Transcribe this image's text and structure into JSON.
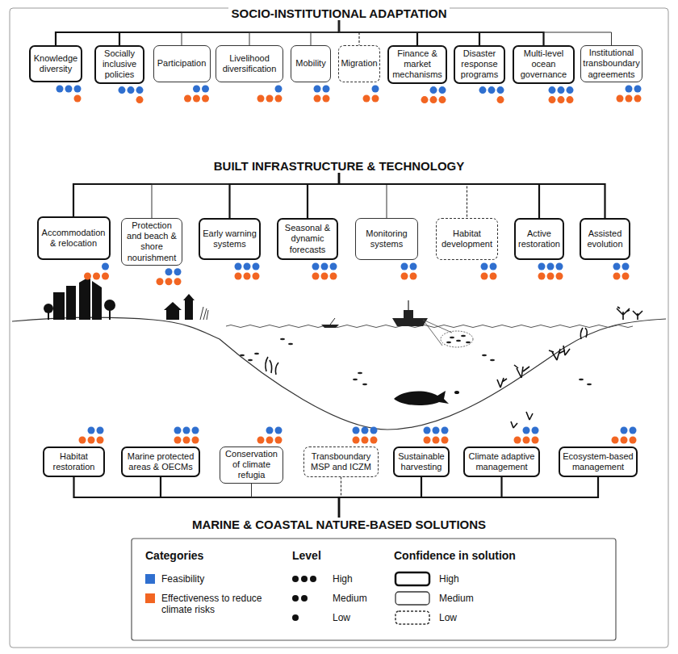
{
  "diagram": {
    "nodes": [
      {
        "text": [
          "SOCIO-INSTITUTIONAL ADAPTATION"
        ]
      },
      {
        "text": [
          "Knowledge diversity"
        ]
      },
      {
        "text": [
          "Socially inclusive policies"
        ]
      },
      {
        "text": [
          "Participation"
        ]
      },
      {
        "text": [
          "Livelihood diversification"
        ]
      },
      {
        "text": [
          "Mobility"
        ]
      },
      {
        "text": [
          "Migration"
        ]
      },
      {
        "text": [
          "Finance & market mechanisms"
        ]
      },
      {
        "text": [
          "Disaster response programs"
        ]
      },
      {
        "text": [
          "Multi-level ocean governance"
        ]
      },
      {
        "text": [
          "Institutional transboundary agreements"
        ]
      },
      {
        "text": [
          "BUILT INFRASTRUCTURE & TECHNOLOGY"
        ]
      },
      {
        "text": [
          "Accommodation & relocation"
        ]
      },
      {
        "text": [
          "Protection and beach & shore nourishment"
        ]
      },
      {
        "text": [
          "Early warning systems"
        ]
      },
      {
        "text": [
          "Seasonal & dynamic forecasts"
        ]
      },
      {
        "text": [
          "Monitoring systems"
        ]
      },
      {
        "text": [
          "Habitat development"
        ]
      },
      {
        "text": [
          "Active restoration"
        ]
      },
      {
        "text": [
          "Assisted evolution"
        ]
      },
      {
        "text": [
          "Habitat restoration"
        ]
      },
      {
        "text": [
          "Marine protected areas & OECMs"
        ]
      },
      {
        "text": [
          "Conservation of climate refugia"
        ]
      },
      {
        "text": [
          "Transboundary MSP and ICZM"
        ]
      },
      {
        "text": [
          "Sustainable harvesting"
        ]
      },
      {
        "text": [
          "Climate adaptive management"
        ]
      },
      {
        "text": [
          "Ecosystem-based management"
        ]
      },
      {
        "text": [
          "MARINE & COASTAL NATURE-BASED SOLUTIONS"
        ]
      }
    ],
    "edges": [
      {
        "from": 0,
        "to": 1,
        "arrow": "none"
      },
      {
        "from": 0,
        "to": 2,
        "arrow": "none"
      },
      {
        "from": 0,
        "to": 3,
        "arrow": "none"
      },
      {
        "from": 0,
        "to": 4,
        "arrow": "none"
      },
      {
        "from": 0,
        "to": 5,
        "arrow": "none"
      },
      {
        "from": 0,
        "to": 6,
        "arrow": "none"
      },
      {
        "from": 0,
        "to": 7,
        "arrow": "none"
      },
      {
        "from": 0,
        "to": 8,
        "arrow": "none"
      },
      {
        "from": 0,
        "to": 9,
        "arrow": "none"
      },
      {
        "from": 0,
        "to": 10,
        "arrow": "none"
      },
      {
        "from": 11,
        "to": 12,
        "arrow": "none"
      },
      {
        "from": 11,
        "to": 13,
        "arrow": "none"
      },
      {
        "from": 11,
        "to": 14,
        "arrow": "none"
      },
      {
        "from": 11,
        "to": 15,
        "arrow": "none"
      },
      {
        "from": 11,
        "to": 16,
        "arrow": "none"
      },
      {
        "from": 11,
        "to": 17,
        "arrow": "none"
      },
      {
        "from": 11,
        "to": 18,
        "arrow": "none"
      },
      {
        "from": 11,
        "to": 19,
        "arrow": "none"
      },
      {
        "from": 27,
        "to": 20,
        "arrow": "none"
      },
      {
        "from": 27,
        "to": 21,
        "arrow": "none"
      },
      {
        "from": 27,
        "to": 22,
        "arrow": "none"
      },
      {
        "from": 27,
        "to": 23,
        "arrow": "none"
      },
      {
        "from": 27,
        "to": 24,
        "arrow": "none"
      },
      {
        "from": 27,
        "to": 25,
        "arrow": "none"
      },
      {
        "from": 27,
        "to": 26,
        "arrow": "none"
      }
    ],
    "labels": [
      "Categories",
      "Level",
      "Confidence in solution"
    ],
    "legend": [
      {
        "text": "Feasibility",
        "color": "#2f6fcf"
      },
      {
        "text": "Effectiveness to reduce climate risks",
        "color": "#f26522"
      },
      {
        "text": "High"
      },
      {
        "text": "Medium"
      },
      {
        "text": "Low"
      },
      {
        "text": "High"
      },
      {
        "text": "Medium"
      },
      {
        "text": "Low"
      }
    ]
  }
}
